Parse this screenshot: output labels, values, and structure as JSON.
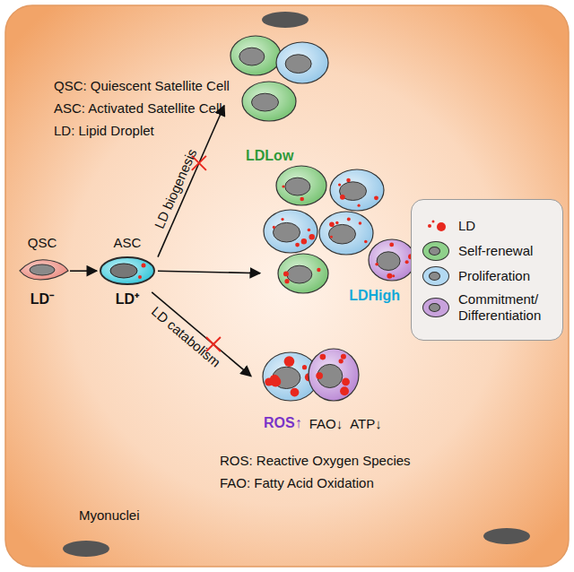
{
  "diagram": {
    "nodes": [
      {
        "text": [
          "QSC",
          "LD⁻"
        ]
      },
      {
        "text": [
          "ASC",
          "LD⁺"
        ]
      },
      {
        "text": [
          "LDLow"
        ]
      },
      {
        "text": [
          "LDHigh"
        ]
      },
      {
        "text": [
          "ROS↑",
          "FAO↓",
          "ATP↓"
        ]
      }
    ],
    "edges": [
      {
        "from": 0,
        "to": 1,
        "arrow": "to"
      },
      {
        "from": 1,
        "to": 2,
        "label": "LD biogenesis",
        "arrow": "to"
      },
      {
        "from": 1,
        "to": 3,
        "arrow": "to"
      },
      {
        "from": 1,
        "to": 4,
        "label": "LD catabolism",
        "arrow": "to"
      }
    ],
    "labels": [
      "QSC: Quiescent Satellite Cell",
      "ASC: Activated Satellite Cell",
      "LD: Lipid Droplet",
      "Myonuclei",
      "ROS: Reactive Oxygen Species",
      "FAO: Fatty Acid Oxidation"
    ],
    "legend": [
      {
        "text": "LD"
      },
      {
        "text": "Self-renewal",
        "color": "#8fd18b"
      },
      {
        "text": "Proliferation",
        "color": "#b3d9f2"
      },
      {
        "text": "Commitment/ Differentiation",
        "color": "#c8a2dc"
      }
    ]
  }
}
